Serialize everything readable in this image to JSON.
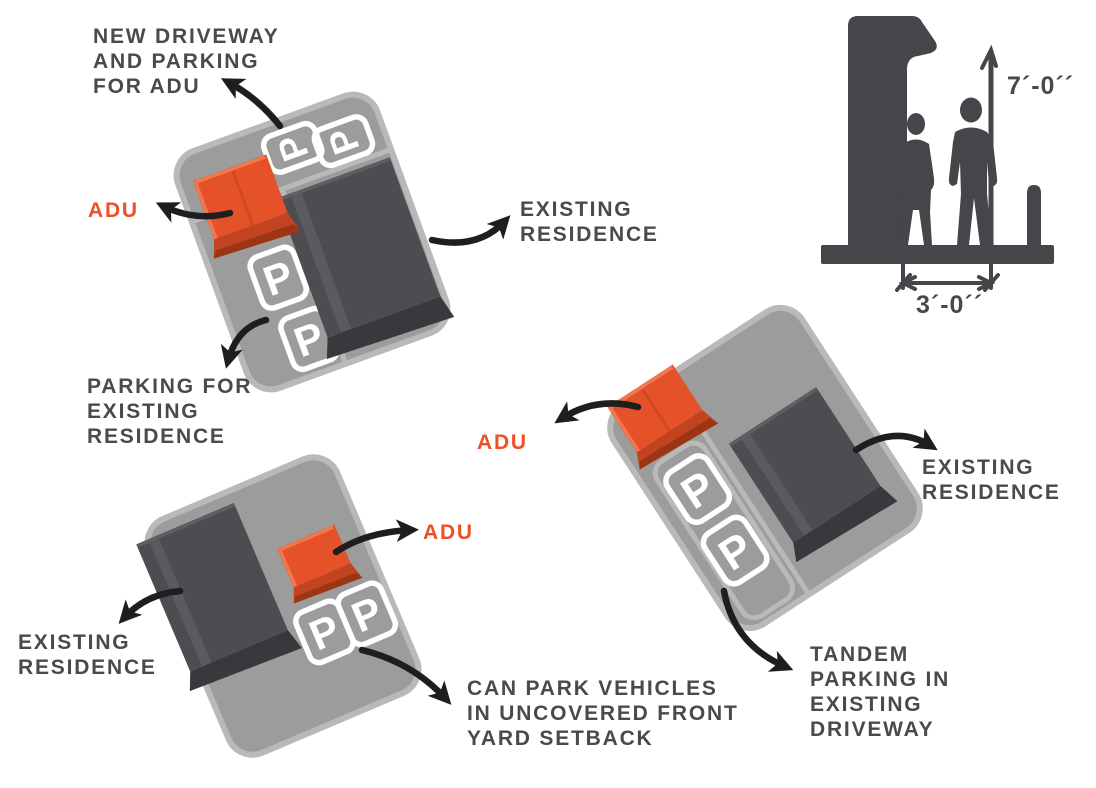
{
  "palette": {
    "lot_gray": "#9C9C9C",
    "lot_border": "#B9B9B9",
    "lane_line": "#B9B9B9",
    "badge_white": "#FFFFFF",
    "residence_top": "#4C4C51",
    "residence_front": "#38383D",
    "residence_ridge": "#5A5A60",
    "residence_hi": "#5E5E64",
    "adu_top": "#E5522A",
    "adu_front": "#C14320",
    "adu_lip": "#9C3513",
    "adu_highlight": "#F0784F",
    "arrow_black": "#1E1E1E",
    "label_gray": "#4A4A4A",
    "adu_orange": "#F04E23",
    "figure_gray": "#45454A"
  },
  "parking": {
    "letter": "P"
  },
  "labels": {
    "new_driveway": "NEW DRIVEWAY\nAND PARKING\nFOR ADU",
    "adu_top_left": "ADU",
    "existing_residence_top": "EXISTING\nRESIDENCE",
    "parking_existing": "PARKING FOR\nEXISTING\nRESIDENCE",
    "existing_residence_bottom": "EXISTING\nRESIDENCE",
    "adu_bottom": "ADU",
    "can_park": "CAN PARK VEHICLES\nIN UNCOVERED FRONT\nYARD SETBACK",
    "adu_right": "ADU",
    "existing_residence_right": "EXISTING\nRESIDENCE",
    "tandem": "TANDEM\nPARKING IN\nEXISTING\nDRIVEWAY"
  },
  "clearance": {
    "height_label": "7´-0´´",
    "width_label": "3´-0´´"
  }
}
